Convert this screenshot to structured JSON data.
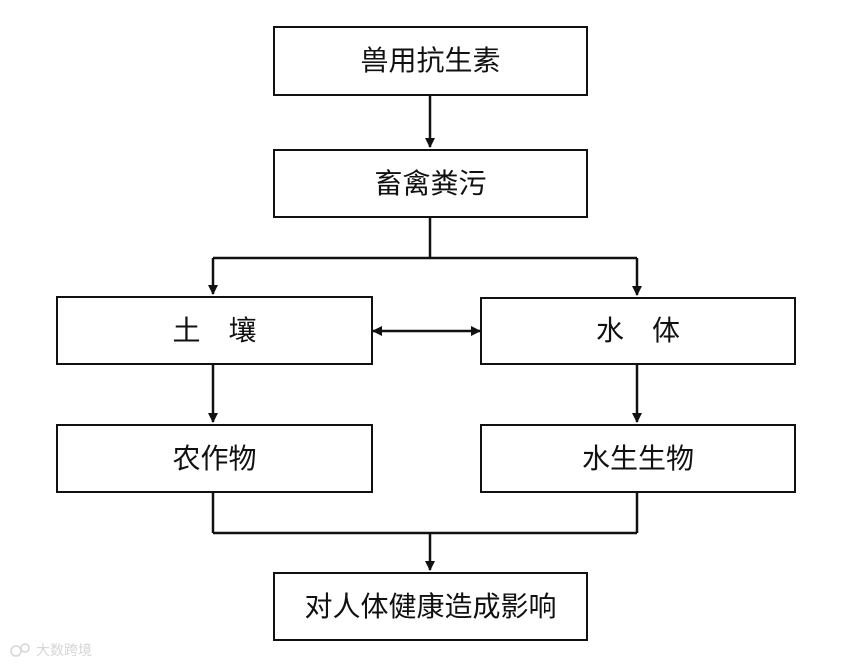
{
  "nodes": {
    "veterinary_antibiotics": "兽用抗生素",
    "livestock_manure": "畜禽粪污",
    "soil": "土　壤",
    "water_body": "水　体",
    "crops": "农作物",
    "aquatic_organisms": "水生生物",
    "health_impact": "对人体健康造成影响"
  },
  "watermark": {
    "text": "大数跨境"
  },
  "colors": {
    "line": "#111111",
    "box_fill": "#ffffff",
    "watermark": "#d6d6d6"
  }
}
